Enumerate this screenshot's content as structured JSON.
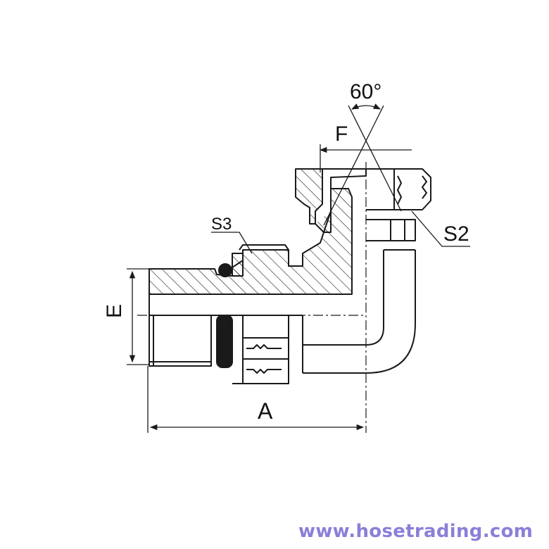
{
  "labels": {
    "angle": "60°",
    "flat_f": "F",
    "hex_s3": "S3",
    "hex_s2": "S2",
    "dim_e": "E",
    "dim_a": "A"
  },
  "watermark": "www.hosetrading.com",
  "colors": {
    "line": "#1a1a1a",
    "hatch_fill": "#f0f0f0",
    "watermark": "#8a7fd8"
  }
}
